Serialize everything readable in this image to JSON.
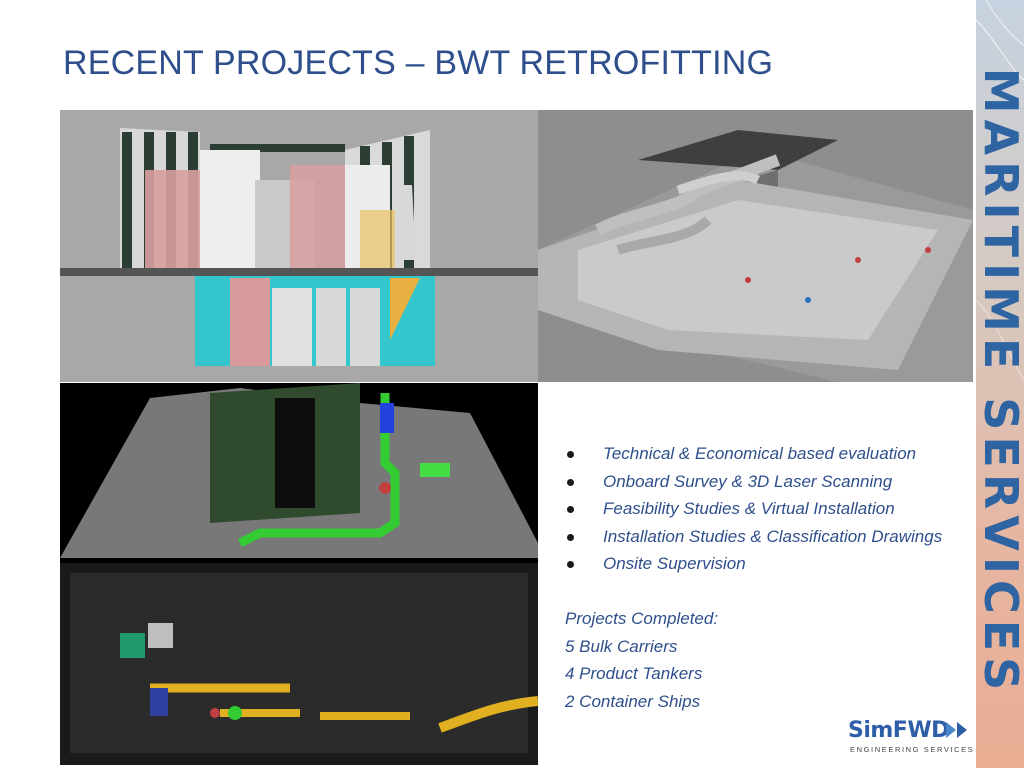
{
  "slide": {
    "title": "RECENT PROJECTS – BWT RETROFITTING",
    "side_banner": "MARITIME SERVICES"
  },
  "images": [
    {
      "name": "engine-room-3d-model",
      "icon": "3d-model-render"
    },
    {
      "name": "point-cloud-with-model",
      "icon": "laser-scan-render"
    },
    {
      "name": "laser-scan-piping-overlay",
      "icon": "laser-scan-render"
    }
  ],
  "services": [
    {
      "label": "Technical & Economical based evaluation"
    },
    {
      "label": "Onboard Survey & 3D Laser Scanning"
    },
    {
      "label": "Feasibility Studies & Virtual Installation"
    },
    {
      "label": "Installation Studies & Classification Drawings"
    },
    {
      "label": "Onsite Supervision"
    }
  ],
  "projects": {
    "heading": "Projects Completed:",
    "items": [
      {
        "label": "5 Bulk Carriers"
      },
      {
        "label": "4 Product Tankers"
      },
      {
        "label": "2 Container Ships"
      }
    ]
  },
  "logo": {
    "brand": "SimFWD",
    "tagline": "ENGINEERING SERVICES",
    "accent": "#2f5ea8"
  },
  "colors": {
    "title": "#2e4f8c",
    "banner_text": "#2f64a2",
    "body_text": "#2e4f8c"
  }
}
